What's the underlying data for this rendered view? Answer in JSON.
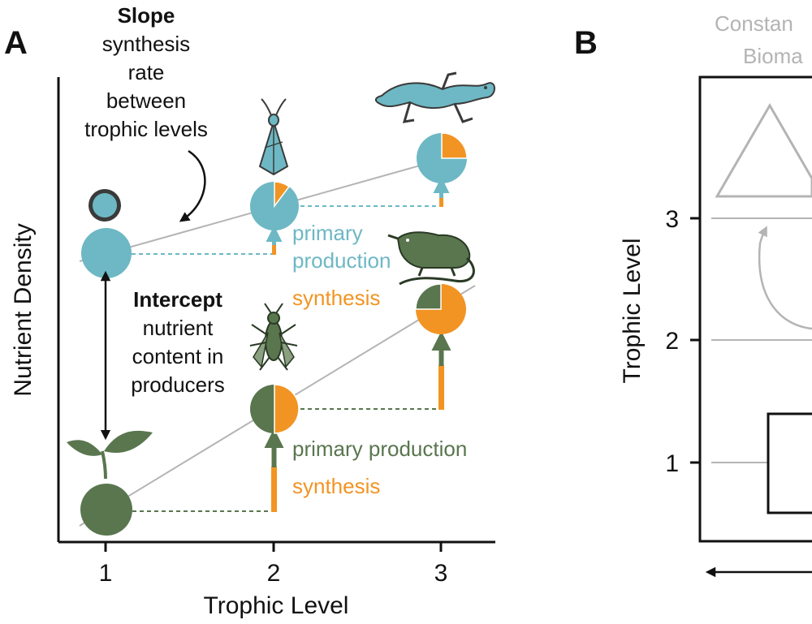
{
  "panel_a": {
    "letter": "A",
    "slope_title": "Slope",
    "slope_desc": [
      "synthesis",
      "rate",
      "between",
      "trophic levels"
    ],
    "intercept_title": "Intercept",
    "intercept_desc": [
      "nutrient",
      "content in",
      "producers"
    ],
    "y_axis_label": "Nutrient Density",
    "x_axis_label": "Trophic Level",
    "x_ticks": [
      "1",
      "2",
      "3"
    ],
    "upper_labels": {
      "primary": "primary",
      "production": "production",
      "synthesis": "synthesis"
    },
    "lower_labels": {
      "primary_production": "primary production",
      "synthesis": "synthesis"
    }
  },
  "panel_b": {
    "letter": "B",
    "header_line1": "Constan",
    "header_line2": "Bioma",
    "y_axis_label": "Trophic Level",
    "y_ticks": [
      "3",
      "2",
      "1"
    ]
  },
  "colors": {
    "teal": "#6db8c4",
    "green": "#59764f",
    "orange": "#f29423",
    "gray": "#b4b4b4",
    "ink": "#111111"
  },
  "icons": [
    "pollen-icon",
    "moth-icon",
    "salamander-icon",
    "seedling-icon",
    "fly-icon",
    "shrew-icon"
  ]
}
